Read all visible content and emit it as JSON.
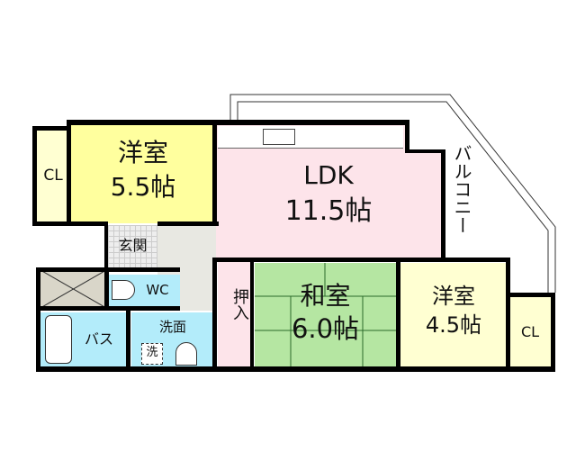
{
  "rooms": {
    "cl_left": "CL",
    "western1_name": "洋室",
    "western1_size": "5.5帖",
    "ldk_name": "LDK",
    "ldk_size": "11.5帖",
    "balcony": "バルコニー",
    "entrance": "玄関",
    "wc": "WC",
    "bath": "バス",
    "washroom": "洗面",
    "washer": "洗",
    "closet": "押入",
    "japanese_name": "和室",
    "japanese_size": "6.0帖",
    "western2_name": "洋室",
    "western2_size": "4.5帖",
    "cl_right": "CL"
  },
  "colors": {
    "yellow": "#ffff9e",
    "light_yellow": "#ffffd2",
    "pink": "#fde4ea",
    "green": "#b5e6a2",
    "blue": "#b3ecfa",
    "gray": "#e8e8e2"
  }
}
